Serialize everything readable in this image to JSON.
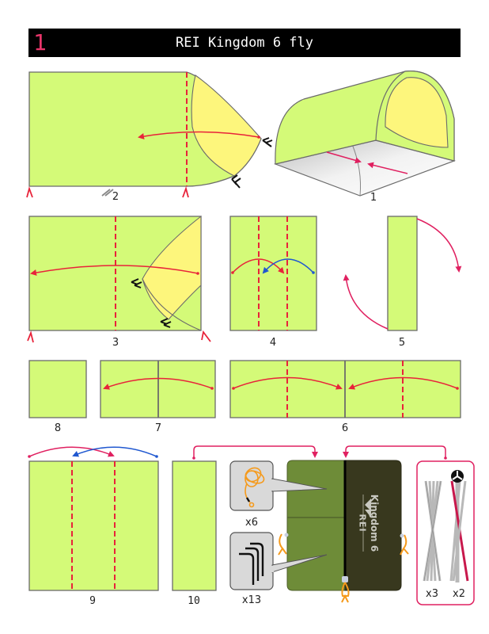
{
  "header": {
    "step_number": "1",
    "title": "REI Kingdom 6 fly"
  },
  "colors": {
    "fly_green": "#d4fa78",
    "fly_inner_yellow": "#fdf67c",
    "outline_gray": "#6b6b6b",
    "fold_line_red": "#e8233a",
    "arrow_pink": "#e02060",
    "arrow_blue": "#2058d0",
    "bag_light_green": "#6e8c38",
    "bag_dark_olive": "#38381e",
    "accent_orange": "#f59a1c",
    "pole_red": "#c8184c",
    "pole_gray": "#b8b8b8",
    "title_bg": "#000000"
  },
  "steps": [
    {
      "id": "1",
      "label": "1",
      "description": "Pitched fly, fold sides toward center"
    },
    {
      "id": "2",
      "label": "2",
      "description": "Flattened fly, fold vestibule in along dashed line"
    },
    {
      "id": "3",
      "label": "3",
      "description": "Fold vestibule end over along dashed line"
    },
    {
      "id": "4",
      "label": "4",
      "description": "Fold outer thirds toward center"
    },
    {
      "id": "5",
      "label": "5",
      "description": "Narrow strip, roll/fold ends"
    },
    {
      "id": "6",
      "label": "6",
      "description": "Fold both halves toward center line"
    },
    {
      "id": "7",
      "label": "7",
      "description": "Fold in half"
    },
    {
      "id": "8",
      "label": "8",
      "description": "Folded square"
    },
    {
      "id": "9",
      "label": "9",
      "description": "Tri-fold for stuff sack"
    },
    {
      "id": "10",
      "label": "10",
      "description": "Folded fly goes into sack"
    }
  ],
  "package": {
    "brand_logo": "REI",
    "product_name": "Kingdom 6",
    "guylines": {
      "icon": "guyline-cord-icon",
      "count_label": "x6"
    },
    "stakes": {
      "icon": "tent-stakes-icon",
      "count_label": "x13"
    },
    "poles": [
      {
        "icon": "gray-poles-icon",
        "count_label": "x3"
      },
      {
        "icon": "hub-poles-icon",
        "count_label": "x2"
      }
    ]
  }
}
